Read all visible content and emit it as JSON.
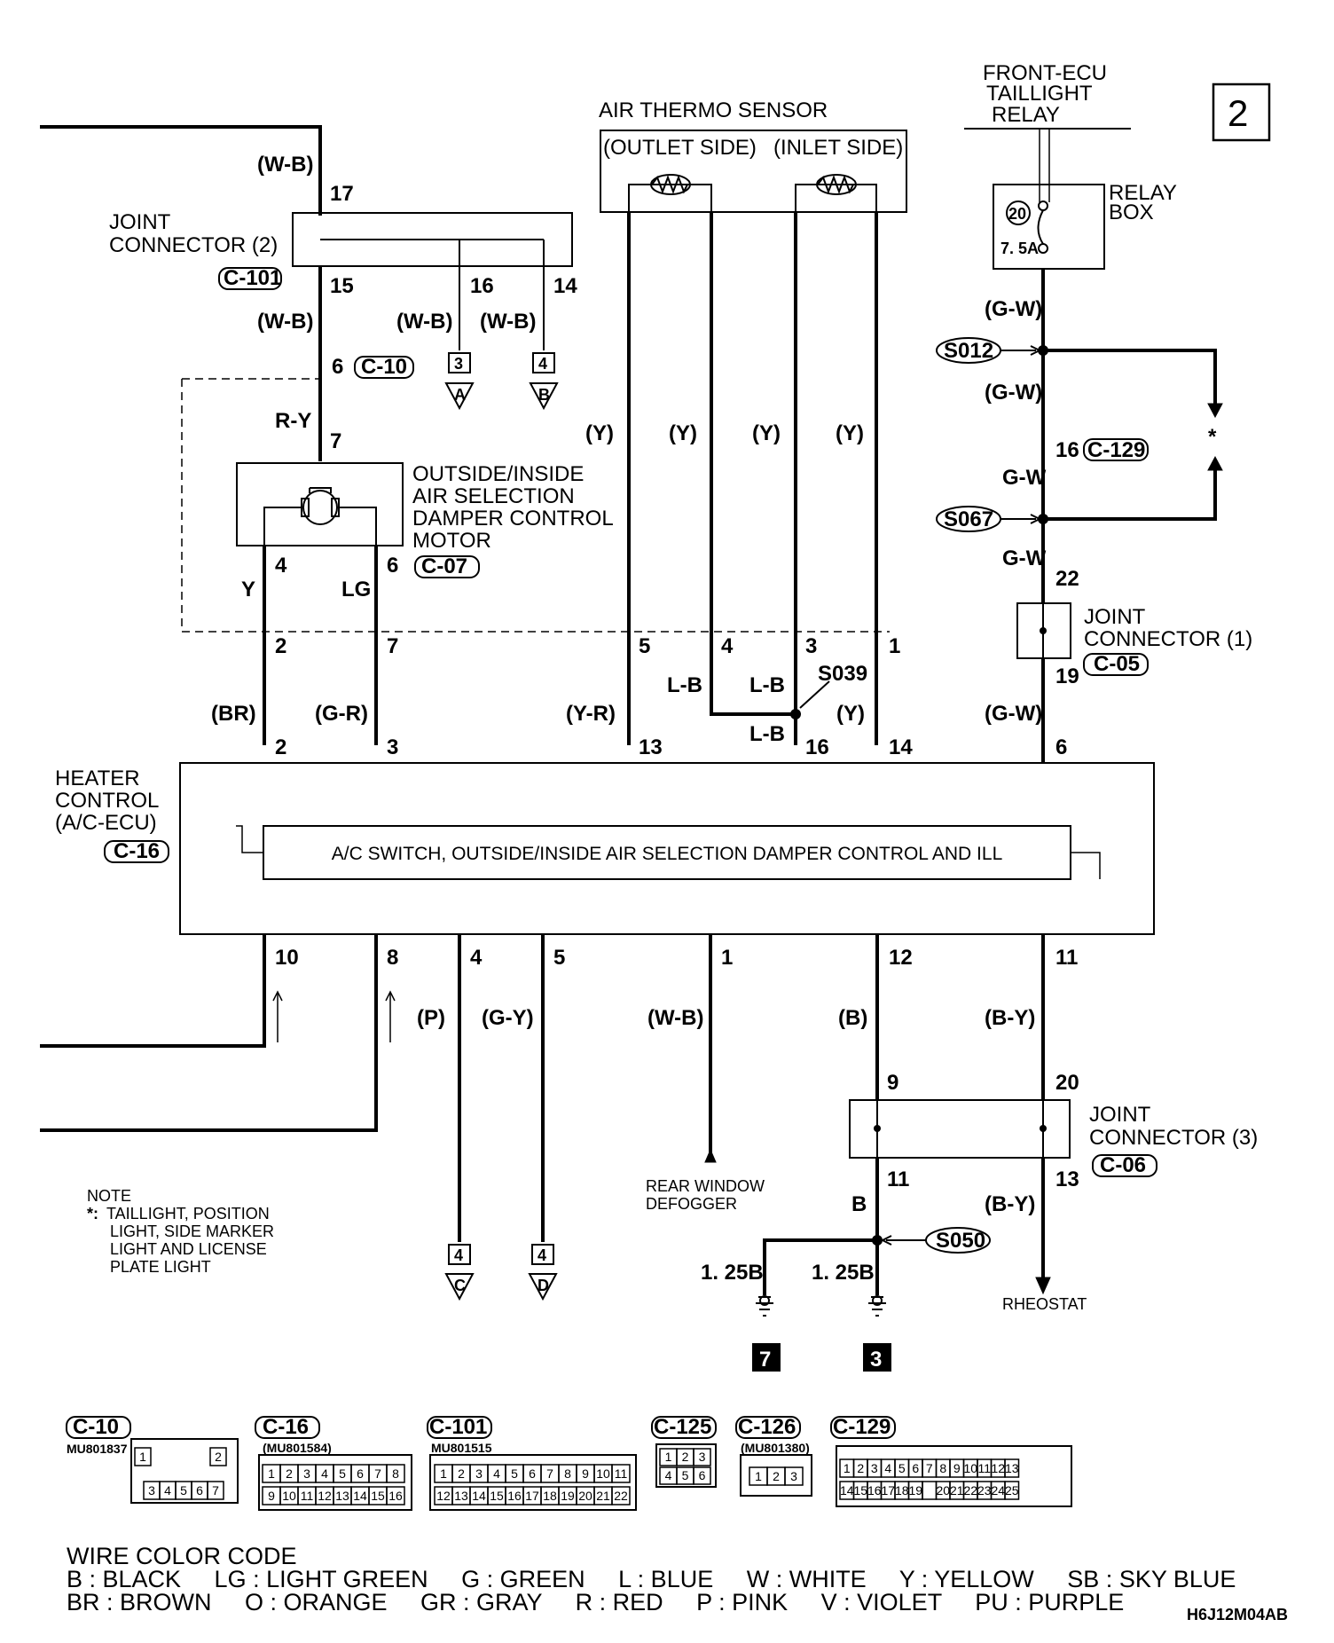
{
  "page_number": "2",
  "diagram_id": "H6J12M04AB",
  "front_ecu": {
    "line1": "FRONT-ECU",
    "line2": "TAILLIGHT",
    "line3": "RELAY"
  },
  "relay_box": {
    "label1": "RELAY",
    "label2": "BOX",
    "fuse_no": "20",
    "fuse_rating": "7. 5A"
  },
  "air_thermo": {
    "title": "AIR THERMO SENSOR",
    "outlet": "(OUTLET SIDE)",
    "inlet": "(INLET SIDE)"
  },
  "joint2": {
    "line1": "JOINT",
    "line2": "CONNECTOR (2)",
    "code": "C-101"
  },
  "joint1": {
    "line1": "JOINT",
    "line2": "CONNECTOR (1)",
    "code": "C-05"
  },
  "joint3": {
    "line1": "JOINT",
    "line2": "CONNECTOR (3)",
    "code": "C-06"
  },
  "motor": {
    "line1": "OUTSIDE/INSIDE",
    "line2": "AIR SELECTION",
    "line3": "DAMPER CONTROL",
    "line4": "MOTOR",
    "code": "C-07"
  },
  "heater": {
    "line1": "HEATER",
    "line2": "CONTROL",
    "line3": "(A/C-ECU)",
    "code": "C-16",
    "inner": "A/C SWITCH, OUTSIDE/INSIDE AIR SELECTION DAMPER CONTROL AND ILL"
  },
  "conn_c10": "C-10",
  "conn_c129": "C-129",
  "splices": {
    "s012": "S012",
    "s067": "S067",
    "s039": "S039",
    "s050": "S050"
  },
  "wires": {
    "wb_top": "(W-B)",
    "wb_mid": "(W-B)",
    "wb_16": "(W-B)",
    "wb_14": "(W-B)",
    "ry": "R-Y",
    "y_motor": "Y",
    "lg": "LG",
    "y1": "(Y)",
    "y2": "(Y)",
    "y3": "(Y)",
    "y4": "(Y)",
    "br": "(BR)",
    "gr_wire": "(G-R)",
    "yr": "(Y-R)",
    "lb1": "L-B",
    "lb2": "L-B",
    "lb3": "L-B",
    "y_right": "(Y)",
    "gw1": "(G-W)",
    "gw2": "(G-W)",
    "gw3": "G-W",
    "gw4": "G-W",
    "gw5": "(G-W)",
    "p": "(P)",
    "gy": "(G-Y)",
    "wb_bottom": "(W-B)",
    "b1": "(B)",
    "by1": "(B-Y)",
    "b2": "B",
    "by2": "(B-Y)",
    "b125a": "1. 25B",
    "b125b": "1. 25B"
  },
  "pins": {
    "p17": "17",
    "p15": "15",
    "p16": "16",
    "p14": "14",
    "p6c10": "6",
    "p7m": "7",
    "p4m": "4",
    "p6m": "6",
    "t2": "2",
    "t7": "7",
    "t5": "5",
    "t4": "4",
    "t3": "3",
    "t1": "1",
    "h2": "2",
    "h3": "3",
    "h13": "13",
    "h16": "16",
    "h14": "14",
    "h6": "6",
    "p16c129": "16",
    "p22": "22",
    "p19": "19",
    "b10": "10",
    "b8": "8",
    "b4": "4",
    "b5": "5",
    "b1": "1",
    "b12": "12",
    "b11": "11",
    "j9": "9",
    "j20": "20",
    "j11": "11",
    "j13": "13"
  },
  "offpage": {
    "a_num": "3",
    "a_let": "A",
    "b_num": "4",
    "b_let": "B",
    "c_num": "4",
    "c_let": "C",
    "d_num": "4",
    "d_let": "D"
  },
  "star": "*",
  "rear_window": {
    "line1": "REAR WINDOW",
    "line2": "DEFOGGER"
  },
  "rheostat": "RHEOSTAT",
  "grounds": {
    "g7": "7",
    "g3": "3"
  },
  "note": {
    "title": "NOTE",
    "star": "*:",
    "line1": "TAILLIGHT, POSITION",
    "line2": "LIGHT, SIDE MARKER",
    "line3": "LIGHT AND LICENSE",
    "line4": "PLATE LIGHT"
  },
  "connectors": [
    {
      "code": "C-10",
      "part": "MU801837",
      "row1": [
        "1",
        "2"
      ],
      "row2": [
        "3",
        "4",
        "5",
        "6",
        "7"
      ]
    },
    {
      "code": "C-16",
      "part": "(MU801584)",
      "row1": [
        "1",
        "2",
        "3",
        "4",
        "5",
        "6",
        "7",
        "8"
      ],
      "row2": [
        "9",
        "10",
        "11",
        "12",
        "13",
        "14",
        "15",
        "16"
      ]
    },
    {
      "code": "C-101",
      "part": "MU801515",
      "row1": [
        "1",
        "2",
        "3",
        "4",
        "5",
        "6",
        "7",
        "8",
        "9",
        "10",
        "11"
      ],
      "row2": [
        "12",
        "13",
        "14",
        "15",
        "16",
        "17",
        "18",
        "19",
        "20",
        "21",
        "22"
      ]
    },
    {
      "code": "C-125",
      "part": "",
      "row1": [
        "1",
        "2",
        "3"
      ],
      "row2": [
        "4",
        "5",
        "6"
      ]
    },
    {
      "code": "C-126",
      "part": "(MU801380)",
      "row1": [
        "1",
        "2",
        "3"
      ],
      "row2": []
    },
    {
      "code": "C-129",
      "part": "",
      "row1": [
        "1",
        "2",
        "3",
        "4",
        "5",
        "6",
        "7",
        "8",
        "9",
        "10",
        "11",
        "12",
        "13"
      ],
      "row2": [
        "14",
        "15",
        "16",
        "17",
        "18",
        "19",
        "",
        "20",
        "21",
        "22",
        "23",
        "24",
        "25"
      ]
    }
  ],
  "color_code": {
    "title": "WIRE COLOR CODE",
    "line1": "B : BLACK     LG : LIGHT GREEN     G : GREEN     L : BLUE     W : WHITE     Y : YELLOW     SB : SKY BLUE",
    "line2": "BR : BROWN     O : ORANGE     GR : GRAY     R : RED     P : PINK     V : VIOLET     PU : PURPLE"
  }
}
